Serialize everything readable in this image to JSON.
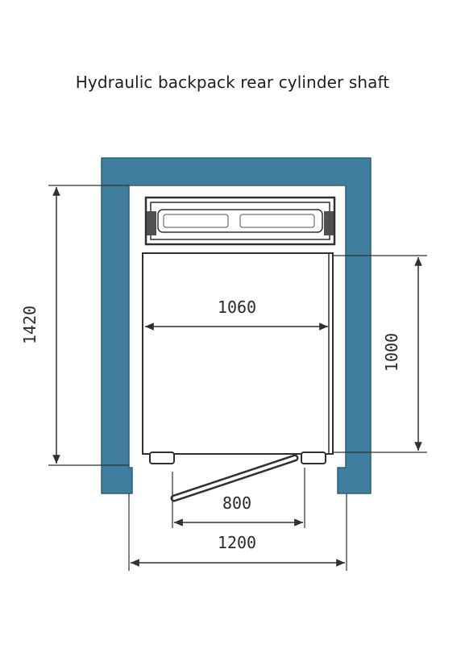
{
  "title": "Hydraulic backpack rear cylinder shaft",
  "colors": {
    "wall": "#3f7e9f",
    "wall_stroke": "#2d5f7b",
    "line": "#303030",
    "car_fill": "#ffffff"
  },
  "dimensions": {
    "car_width": "1060",
    "car_depth": "1000",
    "door_width": "800",
    "shaft_width": "1200",
    "shaft_depth": "1420"
  }
}
